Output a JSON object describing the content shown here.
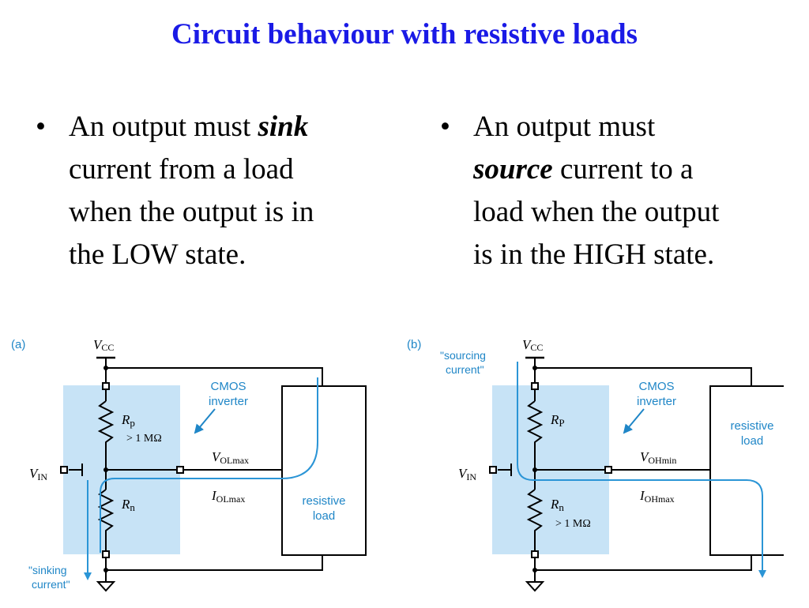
{
  "slide": {
    "title": "Circuit behaviour with resistive loads"
  },
  "bullets": [
    {
      "marker": "•",
      "lines": [
        {
          "before": "An output must ",
          "emphasis": "sink",
          "after": ""
        },
        {
          "before": "current from a load",
          "emphasis": "",
          "after": ""
        },
        {
          "before": "when the output is in",
          "emphasis": "",
          "after": ""
        },
        {
          "before": "the LOW state.",
          "emphasis": "",
          "after": ""
        }
      ]
    },
    {
      "marker": "•",
      "lines": [
        {
          "before": "An output must",
          "emphasis": "",
          "after": ""
        },
        {
          "before": "",
          "emphasis": "source",
          "after": " current to a"
        },
        {
          "before": "load when the output",
          "emphasis": "",
          "after": ""
        },
        {
          "before": "is in the HIGH state.",
          "emphasis": "",
          "after": ""
        }
      ]
    }
  ],
  "diagram_a": {
    "panel_label": "(a)",
    "vcc": {
      "main": "V",
      "sub": "CC"
    },
    "vin": {
      "main": "V",
      "sub": "IN"
    },
    "rp": {
      "main": "R",
      "sub": "p",
      "note": "> 1 MΩ"
    },
    "rn": {
      "main": "R",
      "sub": "n",
      "note": ""
    },
    "output_voltage": {
      "main": "V",
      "sub": "OLmax"
    },
    "output_current": {
      "main": "I",
      "sub": "OLmax"
    },
    "inverter_label": [
      "CMOS",
      "inverter"
    ],
    "load_label": [
      "resistive",
      "load"
    ],
    "current_label": [
      "\"sinking",
      "current\""
    ]
  },
  "diagram_b": {
    "panel_label": "(b)",
    "vcc": {
      "main": "V",
      "sub": "CC"
    },
    "vin": {
      "main": "V",
      "sub": "IN"
    },
    "rp": {
      "main": "R",
      "sub": "P",
      "note": ""
    },
    "rn": {
      "main": "R",
      "sub": "n",
      "note": "> 1 MΩ"
    },
    "output_voltage": {
      "main": "V",
      "sub": "OHmin"
    },
    "output_current": {
      "main": "I",
      "sub": "OHmax"
    },
    "inverter_label": [
      "CMOS",
      "inverter"
    ],
    "load_label": [
      "resistive",
      "load"
    ],
    "current_label": [
      "\"sourcing",
      "current\""
    ]
  },
  "colors": {
    "title": "#1a1ae6",
    "annotation": "#1f86c7",
    "current_path": "#2b95d6",
    "inverter_shade": "#c7e3f6",
    "wire": "#000000"
  }
}
